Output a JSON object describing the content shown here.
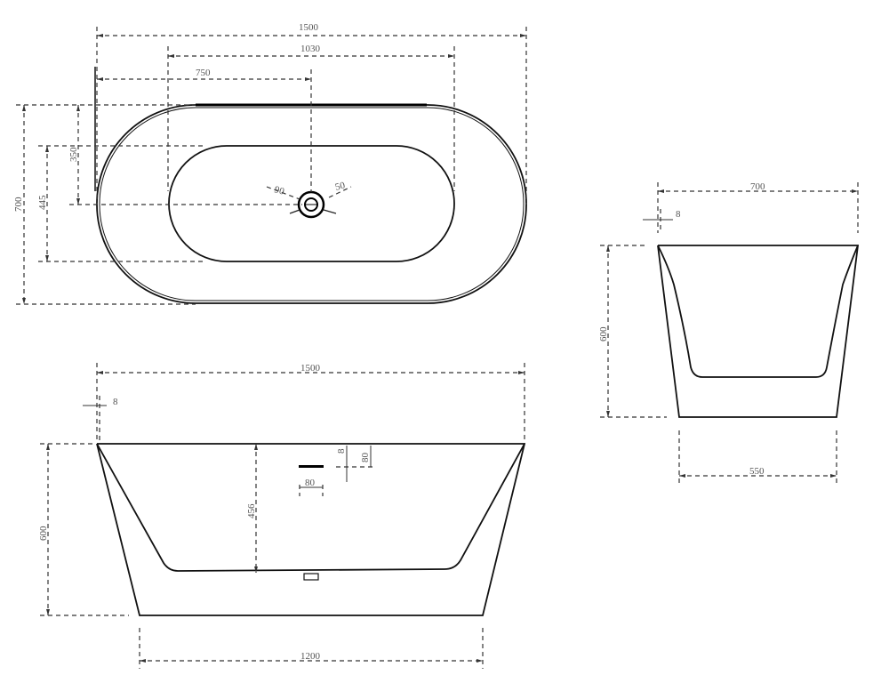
{
  "drawing": {
    "subject": "Freestanding oval bathtub technical drawing",
    "units": "mm"
  },
  "top_view": {
    "overall_length": "1500",
    "inner_length": "1030",
    "drain_offset": "750",
    "overall_width": "700",
    "drain_center": "350",
    "inner_width": "445",
    "drain_outer_diameter": "90",
    "drain_inner_diameter": "50"
  },
  "front_view": {
    "overall_length": "1500",
    "rim_thickness": "8",
    "height": "600",
    "inner_depth": "456",
    "overflow_width": "80",
    "overflow_offset": "80",
    "overflow_height": "8",
    "base_length": "1200"
  },
  "side_view": {
    "overall_width": "700",
    "rim_thickness": "8",
    "height": "600",
    "base_width": "550"
  }
}
